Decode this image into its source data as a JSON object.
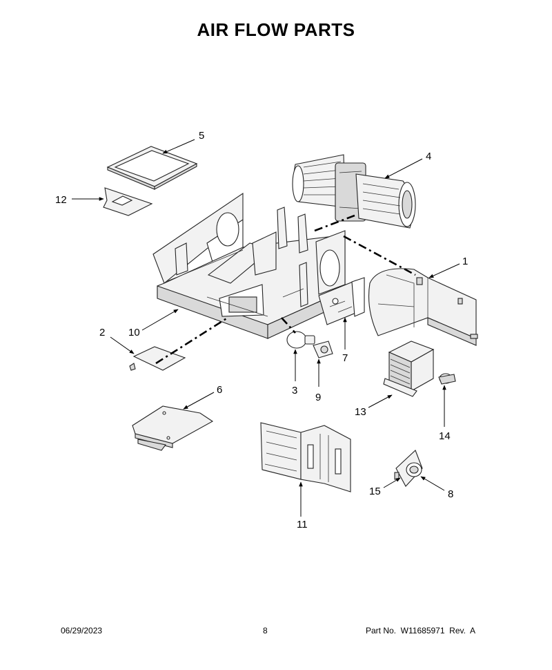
{
  "title": "AIR FLOW PARTS",
  "callouts": [
    "1",
    "2",
    "3",
    "4",
    "5",
    "6",
    "7",
    "8",
    "9",
    "10",
    "11",
    "12",
    "13",
    "14",
    "15"
  ],
  "footer": {
    "date": "06/29/2023",
    "page": "8",
    "part_number": "Part No.  W11685971  Rev.  A"
  }
}
